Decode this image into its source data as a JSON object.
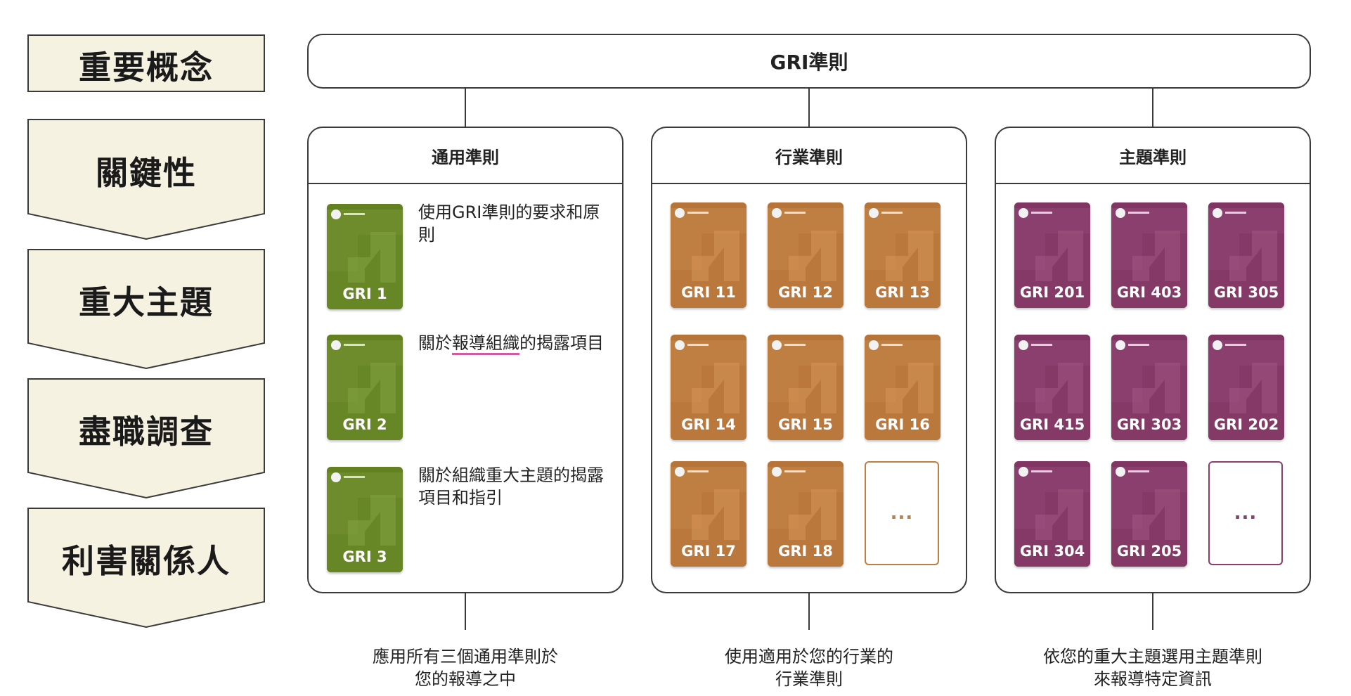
{
  "concepts": [
    {
      "label": "重要概念",
      "shape": "rect"
    },
    {
      "label": "關鍵性",
      "shape": "pentagon"
    },
    {
      "label": "重大主題",
      "shape": "pentagon"
    },
    {
      "label": "盡職調查",
      "shape": "pentagon"
    },
    {
      "label": "利害關係人",
      "shape": "pentagon"
    }
  ],
  "colors": {
    "concept_fill": "#f6f2e2",
    "concept_stroke": "#3a3a3a",
    "universal": "#6e8c2c",
    "sector": "#c07f42",
    "topic": "#8a3f6e",
    "underline": "#d25aa0"
  },
  "top": {
    "title": "GRI準則"
  },
  "universal": {
    "title": "通用準則",
    "items": [
      {
        "code": "GRI 1",
        "desc_before": "使用GRI準則的要求和原則",
        "desc_ul": "",
        "desc_after": ""
      },
      {
        "code": "GRI 2",
        "desc_before": "關於",
        "desc_ul": "報導組織",
        "desc_after": "的揭露項目"
      },
      {
        "code": "GRI 3",
        "desc_before": "關於組織重大主題的揭露項目和指引",
        "desc_ul": "",
        "desc_after": ""
      }
    ],
    "caption_line1": "應用所有三個通用準則於",
    "caption_line2": "您的報導之中"
  },
  "sector": {
    "title": "行業準則",
    "books": [
      "GRI 11",
      "GRI 12",
      "GRI 13",
      "GRI 14",
      "GRI 15",
      "GRI 16",
      "GRI 17",
      "GRI 18"
    ],
    "more": "...",
    "caption_line1": "使用適用於您的行業的",
    "caption_line2": "行業準則"
  },
  "topic": {
    "title": "主題準則",
    "books": [
      "GRI 201",
      "GRI 403",
      "GRI 305",
      "GRI 415",
      "GRI 303",
      "GRI 202",
      "GRI 304",
      "GRI 205"
    ],
    "more": "...",
    "caption_line1": "依您的重大主題選用主題準則",
    "caption_line2": "來報導特定資訊"
  }
}
